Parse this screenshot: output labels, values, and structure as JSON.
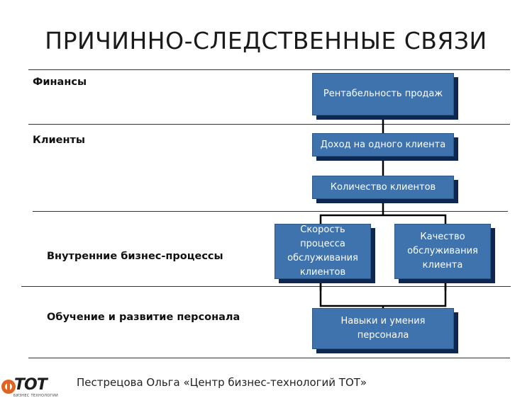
{
  "title": "ПРИЧИННО-СЛЕДСТВЕННЫЕ СВЯЗИ",
  "levels": {
    "finance": "Финансы",
    "clients": "Клиенты",
    "processes": "Внутренние бизнес-процессы",
    "learning": "Обучение и развитие персонала"
  },
  "boxes": {
    "profitability": "Рентабельность продаж",
    "revenue_per_client": "Доход на одного клиента",
    "client_count": "Количество клиентов",
    "speed_line1": "Скорость",
    "speed_line2": "процесса",
    "speed_line3": "обслуживания",
    "speed_line4": "клиентов",
    "quality_line1": "Качество",
    "quality_line2": "обслуживания",
    "quality_line3": "клиента",
    "skills_line1": "Навыки и умения",
    "skills_line2": "персонала"
  },
  "footer": "Пестрецова Ольга «Центр бизнес-технологий ТОТ»",
  "logo": {
    "text": "ТОТ",
    "subtitle": "БИЗНЕС ТЕХНОЛОГИИ"
  },
  "colors": {
    "box_fill": "#3f73ad",
    "box_shadow": "#0d2750",
    "logo_accent": "#e0641e"
  }
}
